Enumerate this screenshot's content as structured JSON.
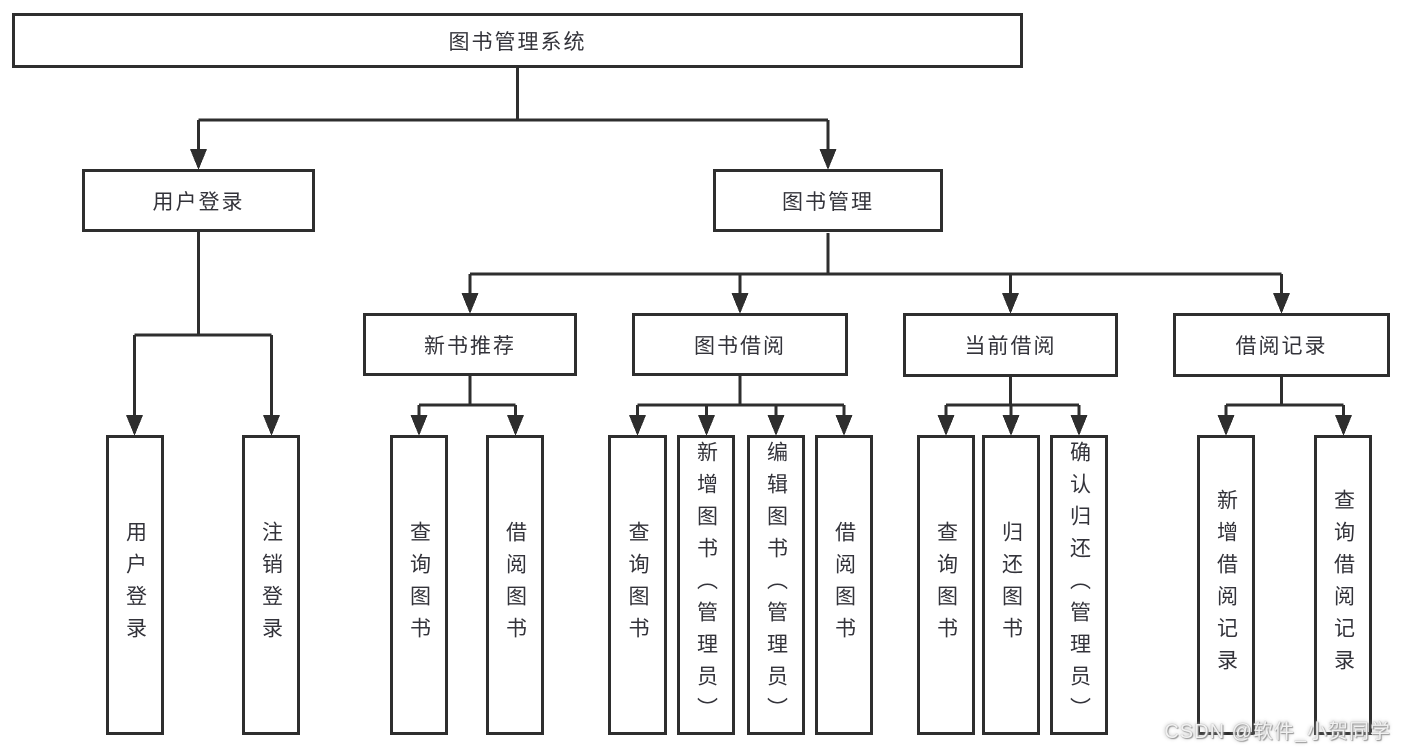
{
  "diagram": {
    "root": "图书管理系统",
    "user_branch": {
      "label": "用户登录",
      "children": [
        "用户登录",
        "注销登录"
      ]
    },
    "book_branch": {
      "label": "图书管理",
      "modules": [
        {
          "label": "新书推荐",
          "children": [
            "查询图书",
            "借阅图书"
          ]
        },
        {
          "label": "图书借阅",
          "children": [
            "查询图书",
            "新增图书（管理员）",
            "编辑图书（管理员）",
            "借阅图书"
          ]
        },
        {
          "label": "当前借阅",
          "children": [
            "查询图书",
            "归还图书",
            "确认归还（管理员）"
          ]
        },
        {
          "label": "借阅记录",
          "children": [
            "新增借阅记录",
            "查询借阅记录"
          ]
        }
      ]
    }
  },
  "watermark": "CSDN @软件_小贺同学"
}
